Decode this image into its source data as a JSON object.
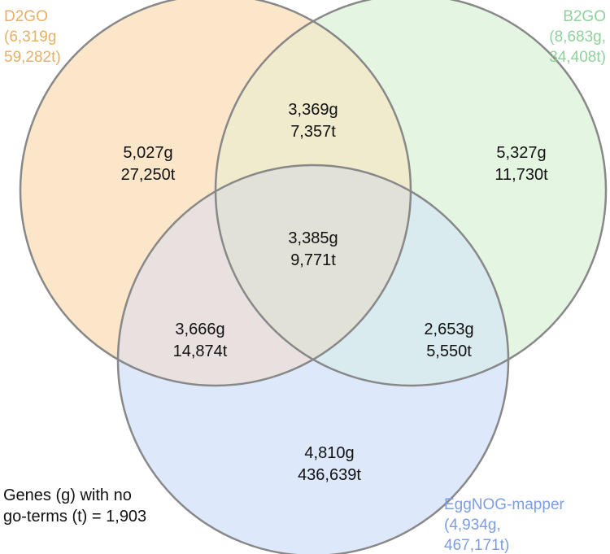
{
  "sets": {
    "d2go": {
      "name": "D2GO",
      "line1": "(6,319g",
      "line2": "59,282t)",
      "fill": "#fbe6c9",
      "label_color": "#e8b064"
    },
    "b2go": {
      "name": "B2GO",
      "line1": "(8,683g,",
      "line2": "34,408t)",
      "fill": "#e4f5e2",
      "label_color": "#8fd29b"
    },
    "eggnog": {
      "name": "EggNOG-mapper",
      "line1": "(4,934g,",
      "line2": "467,171t)",
      "fill": "#dde8fb",
      "label_color": "#7d9ee3"
    }
  },
  "regions": {
    "d2go_only": {
      "genes": "5,027g",
      "terms": "27,250t"
    },
    "b2go_only": {
      "genes": "5,327g",
      "terms": "11,730t"
    },
    "d2go_b2go": {
      "genes": "3,369g",
      "terms": "7,357t"
    },
    "all_three": {
      "genes": "3,385g",
      "terms": "9,771t"
    },
    "d2go_eggnog": {
      "genes": "3,666g",
      "terms": "14,874t"
    },
    "b2go_eggnog": {
      "genes": "2,653g",
      "terms": "5,550t"
    },
    "eggnog_only": {
      "genes": "4,810g",
      "terms": "436,639t"
    }
  },
  "note": {
    "line1": "Genes (g) with no",
    "line2": "go-terms (t) = 1,903"
  },
  "outline_color": "#888888"
}
